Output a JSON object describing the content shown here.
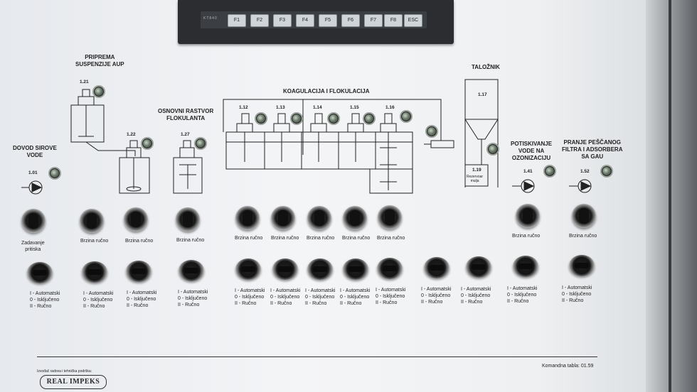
{
  "hmi": {
    "brand": "KT840",
    "keys": [
      "F1",
      "F2",
      "F3",
      "F4",
      "F5",
      "F6",
      "F7",
      "F8",
      "ESC"
    ]
  },
  "sections": {
    "priprema": "PRIPREMA\nSUSPENZIJE AUP",
    "osnovni": "OSNOVNI RASTVOR\nFLOKULANTA",
    "dovod": "DOVOD SIROVE\nVODE",
    "koagulacija": "KOAGULACIJA I FLOKULACIJA",
    "taloznik": "TALOŽNIK",
    "potiskivanje": "POTISKIVANJE\nVODE NA\nOZONIZACIJU",
    "pranje": "PRANJE PEŠČANOG\nFILTRA I ADSORBERA\nSA GAU"
  },
  "tags": {
    "t121": "1.21",
    "t122": "1.22",
    "t127": "1.27",
    "t101": "1.01",
    "t112": "1.12",
    "t113": "1.13",
    "t114": "1.14",
    "t115": "1.15",
    "t116": "1.16",
    "t117": "1.17",
    "t119": "1.19",
    "t141": "1.41",
    "t152": "1.52"
  },
  "rezervoar": "Rezervoar\nmulja",
  "knob_labels": {
    "zadavanje": "Zadavanje\npritiska",
    "brzina": "Brzina ručno"
  },
  "selector_label": "I - Automatski\n0 - Isključeno\nII - Ručno",
  "footer": {
    "command_table": "Komandna tabla: 01.59",
    "manufacturer": "Izvođač radova i tehnička podrška:",
    "logo": "REAL IMPEKS"
  }
}
